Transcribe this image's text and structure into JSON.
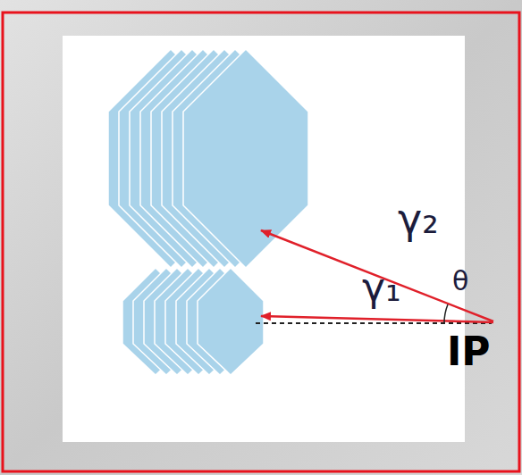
{
  "diagram": {
    "labels": [
      "γ₂",
      "γ₁",
      "θ",
      "IP"
    ]
  }
}
